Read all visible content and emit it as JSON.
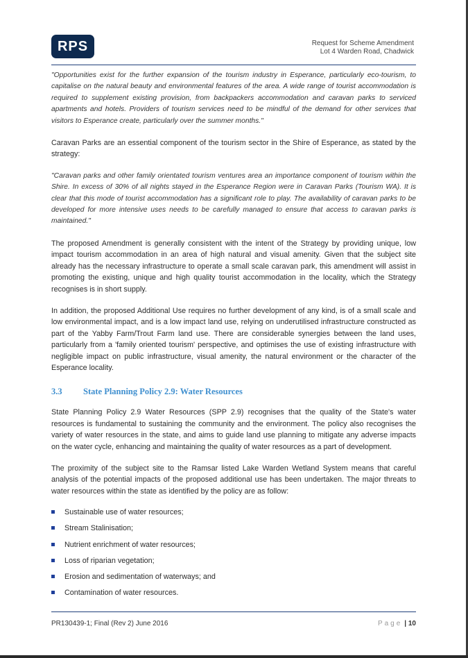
{
  "header": {
    "logo_text": "RPS",
    "doc_title": "Request for Scheme Amendment",
    "doc_subtitle": "Lot 4 Warden Road, Chadwick"
  },
  "body": {
    "quote1": "\"Opportunities exist for the further expansion of the tourism industry in Esperance, particularly eco-tourism, to capitalise on the natural beauty and environmental features of the area. A wide range of tourist accommodation is required to supplement existing provision, from backpackers accommodation and caravan parks to serviced apartments and hotels. Providers of tourism services need to be mindful of the demand for other services that visitors to Esperance create, particularly over the summer months.\"",
    "para1": "Caravan Parks are an essential component of the tourism sector in the Shire of Esperance, as stated by the strategy:",
    "quote2": "\"Caravan parks and other family orientated tourism ventures area an importance component of tourism within the Shire. In excess of 30% of all nights stayed in the Esperance Region were in Caravan Parks (Tourism WA). It is clear that this mode of tourist accommodation has a significant role to play. The availability of caravan parks to be developed for more intensive uses needs to be carefully managed to ensure that access to caravan parks is maintained.\"",
    "para2": "The proposed Amendment is generally consistent with the intent of the Strategy by providing unique, low impact tourism accommodation in an area of high natural and visual amenity. Given that the subject site already has the necessary infrastructure to operate a small scale caravan park, this amendment will assist in promoting the existing, unique and high quality tourist accommodation in the locality, which the Strategy recognises is in short supply.",
    "para3": "In addition, the proposed Additional Use requires no further development of any kind, is of a small scale and low environmental impact, and is a low impact land use, relying on underutilised infrastructure constructed as part of the Yabby Farm/Trout Farm land use. There are considerable synergies between the land uses, particularly from a 'family oriented tourism' perspective, and optimises the use of existing infrastructure with negligible impact on public infrastructure, visual amenity, the natural environment or the character of the Esperance locality.",
    "section_number": "3.3",
    "section_title": "State Planning Policy 2.9: Water Resources",
    "para4": "State Planning Policy 2.9 Water Resources (SPP 2.9) recognises that the quality of the State's water resources is fundamental to sustaining the community and the environment. The policy also recognises the variety of water resources in the state, and aims to guide land use planning to mitigate any adverse impacts on the water cycle, enhancing and maintaining the quality of water resources as a part of development.",
    "para5": "The proximity of the subject site to the Ramsar listed Lake Warden Wetland System means that careful analysis of the potential impacts of the proposed additional use has been undertaken. The major threats to water resources within the state as identified by the policy are as follow:",
    "bullets": [
      "Sustainable use of water resources;",
      "Stream Stalinisation;",
      "Nutrient enrichment of water resources;",
      "Loss of riparian vegetation;",
      "Erosion and sedimentation of waterways; and",
      "Contamination of water resources."
    ]
  },
  "footer": {
    "doc_ref": "PR130439-1; Final (Rev 2) June 2016",
    "page_label": "Page",
    "page_number": "| 10"
  },
  "colors": {
    "logo_bg": "#0e2a4f",
    "heading": "#3f8fcf",
    "rule": "#1f3f7a",
    "bullet": "#1f3f9a"
  }
}
